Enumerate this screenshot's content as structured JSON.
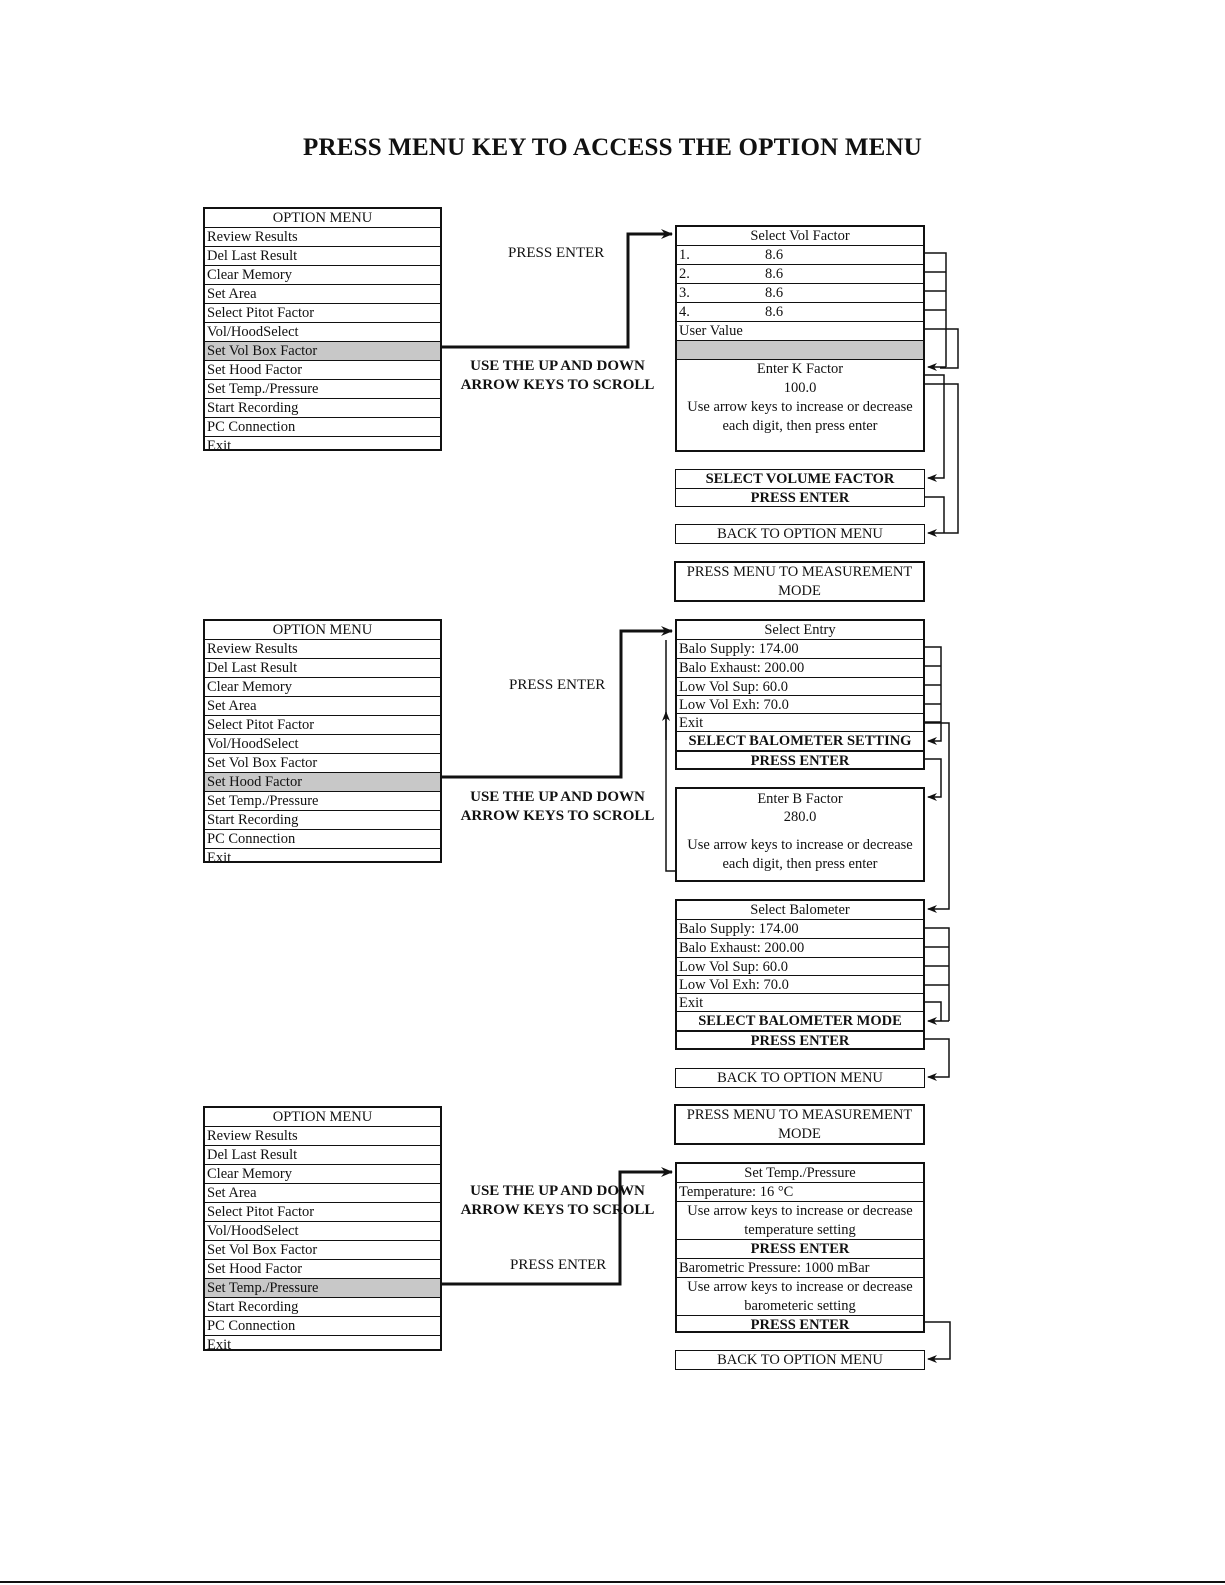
{
  "title": "PRESS MENU KEY TO ACCESS THE OPTION MENU",
  "option_menu": {
    "header": "OPTION MENU",
    "items": [
      "Review Results",
      "Del Last Result",
      "Clear Memory",
      "Set Area",
      "Select Pitot Factor",
      "Vol/HoodSelect",
      "Set Vol Box Factor",
      "Set Hood Factor",
      "Set Temp./Pressure",
      "Start Recording",
      "PC Connection",
      "Exit"
    ]
  },
  "labels": {
    "press_enter": "PRESS ENTER",
    "scroll_line1": "USE THE UP AND DOWN",
    "scroll_line2": "ARROW KEYS TO SCROLL"
  },
  "section1": {
    "highlighted_item": "Set Vol Box Factor",
    "vol_factor": {
      "header": "Select Vol Factor",
      "rows": [
        {
          "num": "1.",
          "value": "8.6"
        },
        {
          "num": "2.",
          "value": "8.6"
        },
        {
          "num": "3.",
          "value": "8.6"
        },
        {
          "num": "4.",
          "value": "8.6"
        }
      ],
      "user_value": "User Value",
      "k_factor_title": "Enter K Factor",
      "k_factor_value": "100.0",
      "instruction_line1": "Use arrow keys to increase or decrease",
      "instruction_line2": "each digit, then press enter"
    },
    "select_volume_factor": "SELECT VOLUME FACTOR",
    "press_enter": "PRESS ENTER",
    "back_to_option_menu": "BACK TO OPTION MENU",
    "press_menu_line1": "PRESS MENU TO MEASUREMENT",
    "press_menu_line2": "MODE"
  },
  "section2": {
    "highlighted_item": "Set Hood Factor",
    "select_entry": {
      "header": "Select Entry",
      "rows": [
        "Balo Supply: 174.00",
        "Balo Exhaust: 200.00",
        "Low Vol Sup: 60.0",
        "Low Vol Exh: 70.0",
        "Exit"
      ],
      "select_setting": "SELECT BALOMETER SETTING",
      "press_enter": "PRESS ENTER"
    },
    "b_factor": {
      "title": "Enter B Factor",
      "value": "280.0",
      "instruction_line1": "Use arrow keys to increase or decrease",
      "instruction_line2": "each digit, then press enter"
    },
    "select_balometer": {
      "header": "Select Balometer",
      "rows": [
        "Balo Supply:  174.00",
        "Balo Exhaust: 200.00",
        "Low Vol Sup: 60.0",
        "Low Vol Exh: 70.0",
        "Exit"
      ],
      "select_mode": "SELECT BALOMETER MODE",
      "press_enter": "PRESS ENTER"
    },
    "back_to_option_menu": "BACK TO OPTION MENU",
    "press_menu_line1": "PRESS MENU TO MEASUREMENT",
    "press_menu_line2": "MODE"
  },
  "section3": {
    "highlighted_item": "Set Temp./Pressure",
    "temp_pressure": {
      "header": "Set Temp./Pressure",
      "temperature": "Temperature:   16 °C",
      "temp_instruction_line1": "Use arrow keys to increase or decrease",
      "temp_instruction_line2": "temperature setting",
      "press_enter_1": "PRESS ENTER",
      "pressure": "Barometric Pressure:  1000 mBar",
      "pressure_instruction_line1": "Use arrow keys to increase or decrease",
      "pressure_instruction_line2": "barometeric setting",
      "press_enter_2": "PRESS ENTER"
    },
    "back_to_option_menu": "BACK TO OPTION MENU"
  }
}
